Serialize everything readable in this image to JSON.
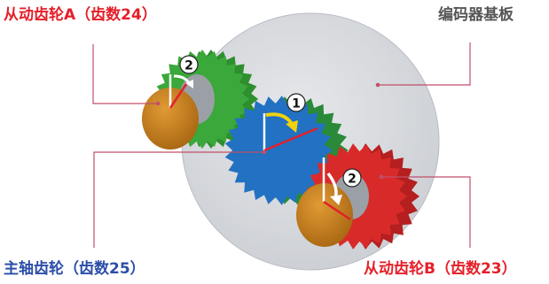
{
  "labels": {
    "gear_a": "从动齿轮A（齿数24）",
    "encoder_base": "编码器基板",
    "main_gear": "主轴齿轮（齿数25）",
    "gear_b": "从动齿轮B（齿数23）"
  },
  "markers": {
    "main": "1",
    "driven": "2"
  },
  "gears": {
    "a": {
      "teeth": 24,
      "color": "#3aa83a"
    },
    "main": {
      "teeth": 25,
      "color": "#2271c2"
    },
    "b": {
      "teeth": 23,
      "color": "#d92a2a"
    }
  },
  "colors": {
    "label_red": "#e4202a",
    "label_blue": "#2a4ea8",
    "label_gray": "#555555",
    "leader_line": "#c0506a",
    "base_plate": "#d7d9dd",
    "shaft": "#c7821e",
    "arrow_main": "#f1d20e",
    "arrow_driven": "#ffffff"
  }
}
